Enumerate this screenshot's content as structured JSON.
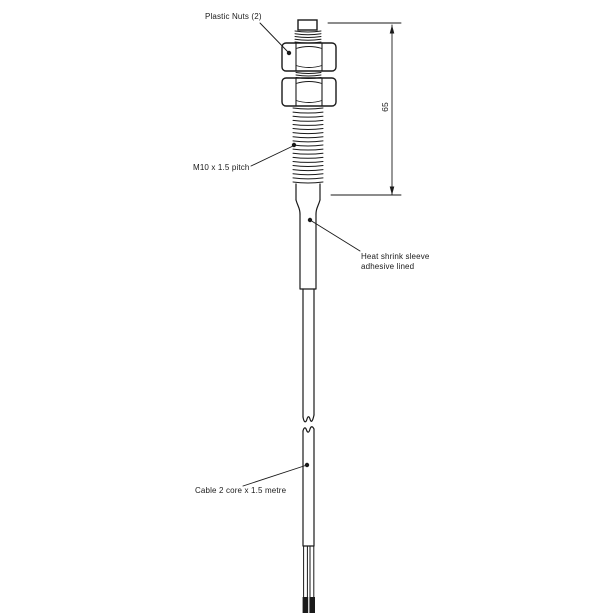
{
  "labels": {
    "plastic_nuts": "Plastic Nuts (2)",
    "thread_pitch": "M10 x 1.5 pitch",
    "heat_shrink_1": "Heat shrink sleeve",
    "heat_shrink_2": "adhesive lined",
    "cable": "Cable 2 core x 1.5 metre",
    "dim_length": "65"
  },
  "colors": {
    "line": "#1a1a1a",
    "background": "#ffffff"
  }
}
